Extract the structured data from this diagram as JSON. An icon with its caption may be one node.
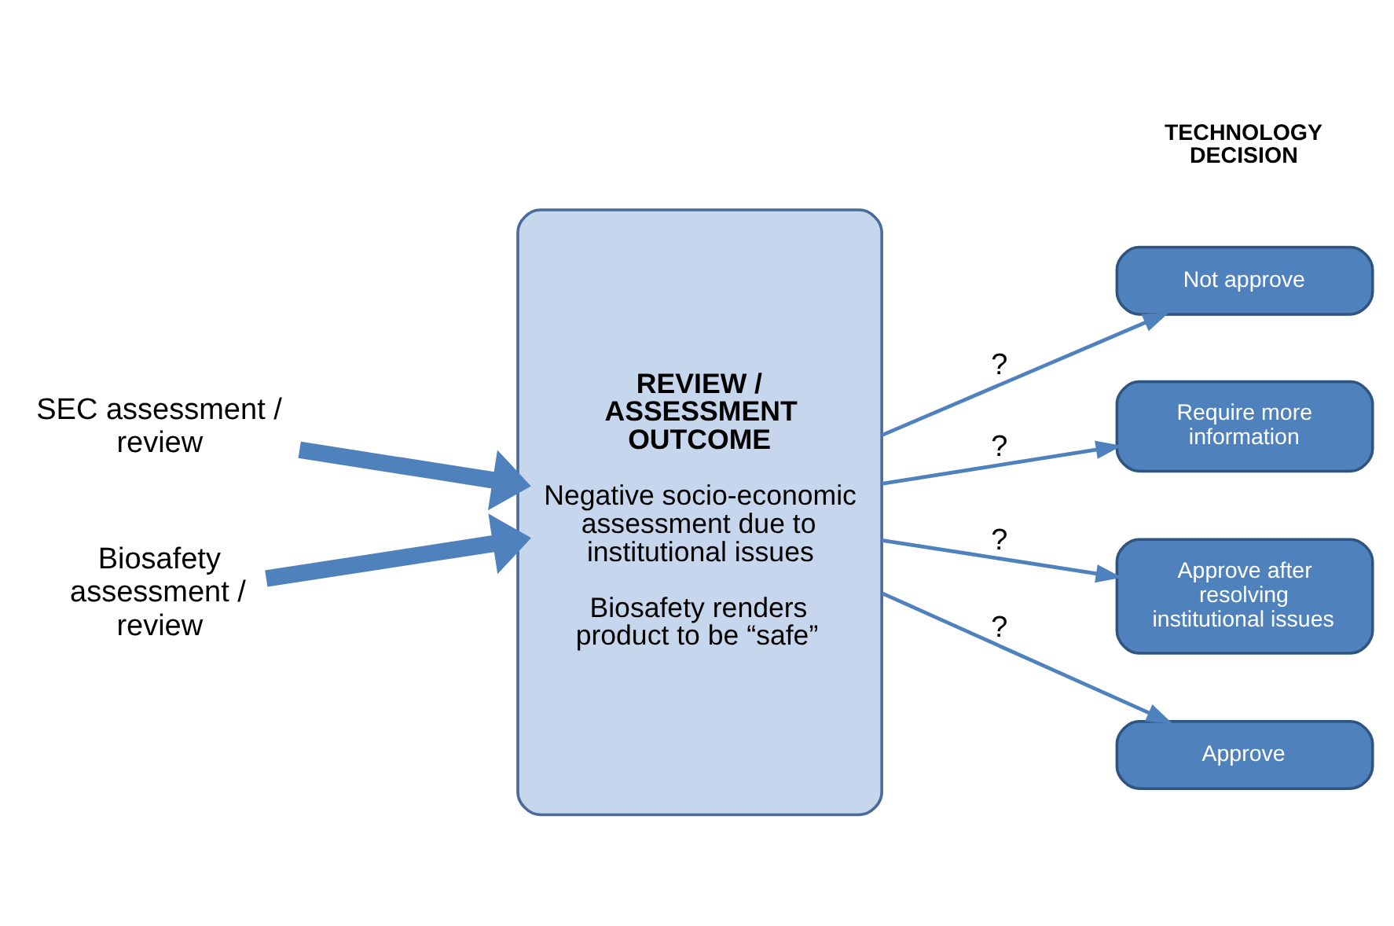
{
  "diagram": {
    "nodes": [
      {
        "text": [
          "SEC assessment / review"
        ]
      },
      {
        "text": [
          "Biosafety assessment / review"
        ]
      },
      {
        "text": [
          "REVIEW / ASSESSMENT OUTCOME",
          "Negative socio-economic assessment due to institutional issues",
          "Biosafety renders product to be “safe”"
        ]
      },
      {
        "text": [
          "Not approve"
        ]
      },
      {
        "text": [
          "Require more information"
        ]
      },
      {
        "text": [
          "Approve after resolving institutional issues"
        ]
      },
      {
        "text": [
          "Approve"
        ]
      }
    ],
    "edges": [
      {
        "from": 0,
        "to": 2,
        "arrow": "to",
        "style": "thick"
      },
      {
        "from": 1,
        "to": 2,
        "arrow": "to",
        "style": "thick"
      },
      {
        "from": 2,
        "to": 3,
        "arrow": "to",
        "label": "?"
      },
      {
        "from": 2,
        "to": 4,
        "arrow": "to",
        "label": "?"
      },
      {
        "from": 2,
        "to": 5,
        "arrow": "to",
        "label": "?"
      },
      {
        "from": 2,
        "to": 6,
        "arrow": "to",
        "label": "?"
      }
    ],
    "labels": [
      "TECHNOLOGY DECISION"
    ]
  }
}
